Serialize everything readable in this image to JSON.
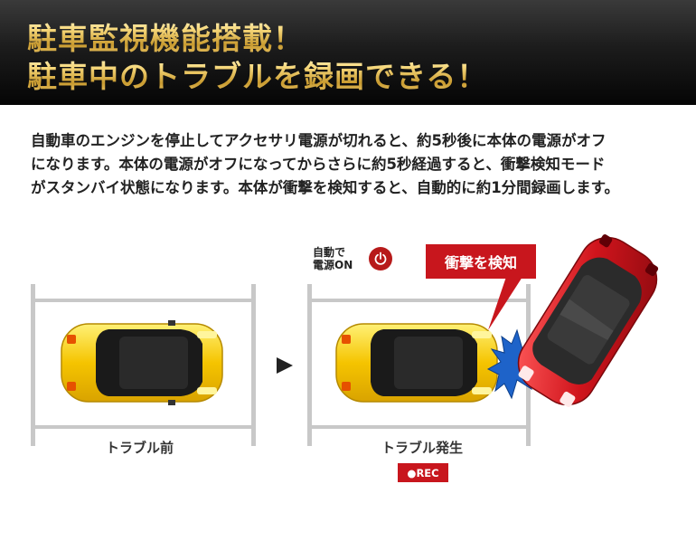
{
  "header": {
    "line1": "駐車監視機能搭載！",
    "line2": "駐車中のトラブルを録画できる！"
  },
  "description": {
    "line1": "自動車のエンジンを停止してアクセサリ電源が切れると、約5秒後に本体の電源がオフ",
    "line2": "になります。本体の電源がオフになってからさらに約5秒経過すると、衝撃検知モード",
    "line3": "がスタンバイ状態になります。本体が衝撃を検知すると、自動的に約1分間録画します。"
  },
  "illustration": {
    "before_caption": "トラブル前",
    "after_caption": "トラブル発生",
    "power_label_line1": "自動で",
    "power_label_line2": "電源ON",
    "impact_label": "衝撃を検知",
    "rec_label": "●REC",
    "icons": [
      "power-icon",
      "arrow-right-icon",
      "impact-burst-icon"
    ]
  },
  "colors": {
    "header_gold": "#f2cf74",
    "accent_red": "#c8161d",
    "impact_blue": "#1e63c9",
    "parked_car_yellow": "#f5c400",
    "hitting_car_red": "#d0141c"
  }
}
